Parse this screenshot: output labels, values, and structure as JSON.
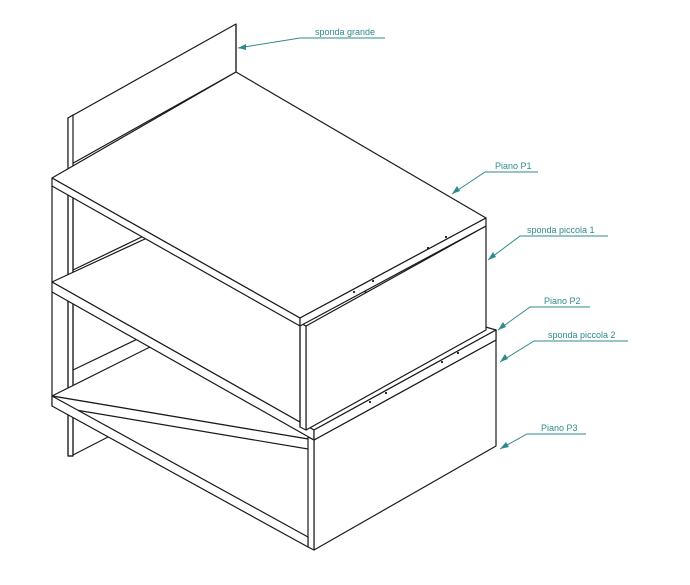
{
  "callouts": {
    "sponda_grande": "sponda grande",
    "piano_p1": "Piano P1",
    "sponda_piccola_1": "sponda piccola 1",
    "piano_p2": "Piano P2",
    "sponda_piccola_2": "sponda piccola 2",
    "piano_p3": "Piano P3"
  },
  "colors": {
    "line": "#1a1a1a",
    "callout": "#2f8a8a",
    "background": "#ffffff"
  }
}
